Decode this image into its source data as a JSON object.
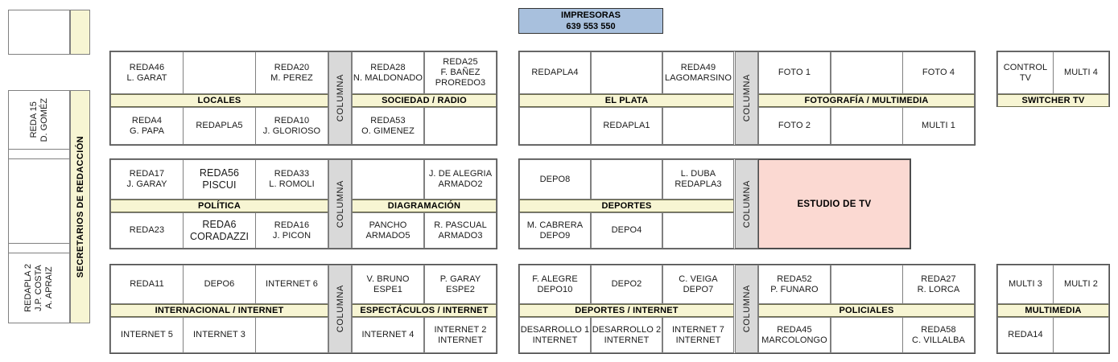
{
  "colors": {
    "band": "#f7f5d3",
    "columna": "#d9d9d9",
    "printers": "#a8c0dd",
    "studio": "#fbd9d2",
    "border": "#808080",
    "frame": "#4d4d4d"
  },
  "printers": {
    "title": "IMPRESORAS",
    "codes": "639  553  550"
  },
  "sidebar": {
    "label": "SECRETARIOS DE REDACCIÓN",
    "top_empty_box": "",
    "cells": [
      {
        "name": "reda15",
        "line1": "REDA 15",
        "line2": "D. GOMÉZ"
      },
      {
        "name": "spacer-1",
        "line1": "",
        "line2": ""
      },
      {
        "name": "empty-large",
        "line1": "",
        "line2": ""
      },
      {
        "name": "spacer-2",
        "line1": "",
        "line2": ""
      },
      {
        "name": "redapla2",
        "line1": "REDAPLA 2",
        "line2": "J.P. COSTA",
        "line3": "A. APRAIZ"
      }
    ]
  },
  "columna_label": "COLUMNA",
  "groups": [
    {
      "id": "locales",
      "band": "LOCALES",
      "top": [
        {
          "l1": "REDA46",
          "l2": "L. GARAT"
        },
        {
          "l1": "",
          "l2": ""
        },
        {
          "l1": "REDA20",
          "l2": "M. PEREZ"
        }
      ],
      "bottom": [
        {
          "l1": "REDA4",
          "l2": "G. PAPA"
        },
        {
          "l1": "REDAPLA5",
          "l2": ""
        },
        {
          "l1": "REDA10",
          "l2": "J. GLORIOSO"
        }
      ]
    },
    {
      "id": "sociedad-radio",
      "band": "SOCIEDAD / RADIO",
      "top": [
        {
          "l1": "REDA28",
          "l2": "N. MALDONADO"
        },
        {
          "l1": "REDA25",
          "l2": "F. BAÑEZ",
          "l3": "PROREDO3"
        }
      ],
      "bottom": [
        {
          "l1": "REDA53",
          "l2": "O. GIMENEZ"
        },
        {
          "l1": "",
          "l2": ""
        }
      ]
    },
    {
      "id": "el-plata",
      "band": "EL PLATA",
      "top": [
        {
          "l1": "REDAPLA4",
          "l2": ""
        },
        {
          "l1": "",
          "l2": ""
        },
        {
          "l1": "REDA49",
          "l2": "LAGOMARSINO"
        }
      ],
      "bottom": [
        {
          "l1": "",
          "l2": ""
        },
        {
          "l1": "REDAPLA1",
          "l2": ""
        },
        {
          "l1": "",
          "l2": ""
        }
      ]
    },
    {
      "id": "fotografia-multimedia",
      "band": "FOTOGRAFÍA / MULTIMEDIA",
      "top": [
        {
          "l1": "FOTO 1",
          "l2": ""
        },
        {
          "l1": "",
          "l2": ""
        },
        {
          "l1": "FOTO 4",
          "l2": ""
        }
      ],
      "bottom": [
        {
          "l1": "FOTO 2",
          "l2": ""
        },
        {
          "l1": "",
          "l2": ""
        },
        {
          "l1": "MULTI 1",
          "l2": ""
        }
      ]
    },
    {
      "id": "switcher-tv",
      "band": "SWITCHER TV",
      "top": [
        {
          "l1": "CONTROL TV",
          "l2": ""
        },
        {
          "l1": "MULTI 4",
          "l2": ""
        }
      ],
      "bottom": []
    },
    {
      "id": "politica",
      "band": "POLÍTICA",
      "top": [
        {
          "l1": "REDA17",
          "l2": "J. GARAY"
        },
        {
          "l1": "REDA56",
          "l2": "PISCUI",
          "big": true
        },
        {
          "l1": "REDA33",
          "l2": "L. ROMOLI"
        }
      ],
      "bottom": [
        {
          "l1": "REDA23",
          "l2": ""
        },
        {
          "l1": "REDA6",
          "l2": "CORADAZZI",
          "big": true
        },
        {
          "l1": "REDA16",
          "l2": "J. PICON"
        }
      ]
    },
    {
      "id": "diagramacion",
      "band": "DIAGRAMACIÓN",
      "top": [
        {
          "l1": "",
          "l2": ""
        },
        {
          "l1": "J. DE ALEGRIA",
          "l2": "ARMADO2"
        }
      ],
      "bottom": [
        {
          "l1": "PANCHO",
          "l2": "ARMADO5"
        },
        {
          "l1": "R. PASCUAL",
          "l2": "ARMADO3"
        }
      ]
    },
    {
      "id": "deportes",
      "band": "DEPORTES",
      "top": [
        {
          "l1": "DEPO8",
          "l2": ""
        },
        {
          "l1": "",
          "l2": ""
        },
        {
          "l1": "L. DUBA",
          "l2": "REDAPLA3"
        }
      ],
      "bottom": [
        {
          "l1": "M. CABRERA",
          "l2": "DEPO9"
        },
        {
          "l1": "DEPO4",
          "l2": ""
        },
        {
          "l1": "",
          "l2": ""
        }
      ]
    },
    {
      "id": "estudio-de-tv",
      "band": "ESTUDIO DE TV",
      "top": [],
      "bottom": []
    },
    {
      "id": "internacional-internet",
      "band": "INTERNACIONAL / INTERNET",
      "top": [
        {
          "l1": "REDA11",
          "l2": ""
        },
        {
          "l1": "DEPO6",
          "l2": ""
        },
        {
          "l1": "INTERNET 6",
          "l2": ""
        }
      ],
      "bottom": [
        {
          "l1": "INTERNET 5",
          "l2": ""
        },
        {
          "l1": "INTERNET 3",
          "l2": ""
        },
        {
          "l1": "",
          "l2": ""
        }
      ]
    },
    {
      "id": "espectaculos-internet",
      "band": "ESPECTÁCULOS / INTERNET",
      "top": [
        {
          "l1": "V. BRUNO",
          "l2": "ESPE1"
        },
        {
          "l1": "P. GARAY",
          "l2": "ESPE2"
        }
      ],
      "bottom": [
        {
          "l1": "INTERNET 4",
          "l2": ""
        },
        {
          "l1": "INTERNET 2",
          "l2": "INTERNET"
        }
      ]
    },
    {
      "id": "deportes-internet",
      "band": "DEPORTES / INTERNET",
      "top": [
        {
          "l1": "F. ALEGRE",
          "l2": "DEPO10"
        },
        {
          "l1": "DEPO2",
          "l2": ""
        },
        {
          "l1": "C. VEIGA",
          "l2": "DEPO7"
        }
      ],
      "bottom": [
        {
          "l1": "DESARROLLO 1",
          "l2": "INTERNET"
        },
        {
          "l1": "DESARROLLO 2",
          "l2": "INTERNET"
        },
        {
          "l1": "INTERNET 7",
          "l2": "INTERNET"
        }
      ]
    },
    {
      "id": "policiales",
      "band": "POLICIALES",
      "top": [
        {
          "l1": "REDA52",
          "l2": "P. FUNARO"
        },
        {
          "l1": "",
          "l2": ""
        },
        {
          "l1": "REDA27",
          "l2": "R. LORCA"
        }
      ],
      "bottom": [
        {
          "l1": "REDA45",
          "l2": "MARCOLONGO"
        },
        {
          "l1": "",
          "l2": ""
        },
        {
          "l1": "REDA58",
          "l2": "C. VILLALBA"
        }
      ]
    },
    {
      "id": "multimedia",
      "band": "MULTIMEDIA",
      "top": [
        {
          "l1": "MULTI 3",
          "l2": ""
        },
        {
          "l1": "MULTI 2",
          "l2": ""
        }
      ],
      "bottom": [
        {
          "l1": "REDA14",
          "l2": ""
        },
        {
          "l1": "",
          "l2": ""
        }
      ]
    }
  ]
}
